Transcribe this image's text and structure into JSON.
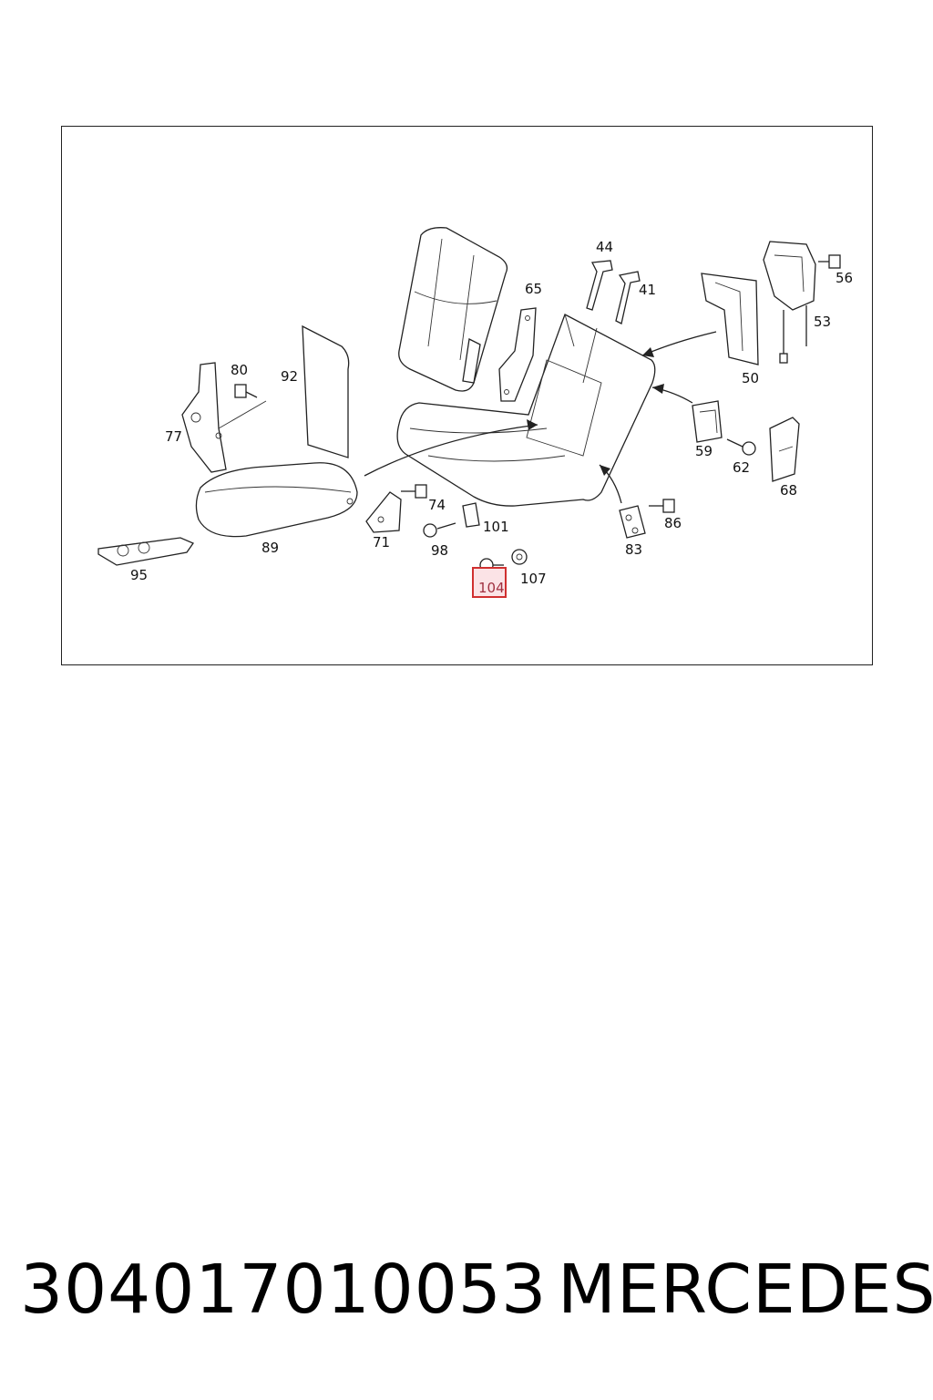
{
  "diagram": {
    "labels": {
      "l44": "44",
      "l41": "41",
      "l56": "56",
      "l65": "65",
      "l53": "53",
      "l80": "80",
      "l92": "92",
      "l50": "50",
      "l77": "77",
      "l59": "59",
      "l62": "62",
      "l68": "68",
      "l74": "74",
      "l101": "101",
      "l86": "86",
      "l71": "71",
      "l89": "89",
      "l98": "98",
      "l83": "83",
      "l95": "95",
      "l107": "107",
      "l104": "104"
    },
    "highlight_color": "#d03030"
  },
  "footer": {
    "part_number": "30401701005З",
    "brand": "MERCEDES"
  }
}
